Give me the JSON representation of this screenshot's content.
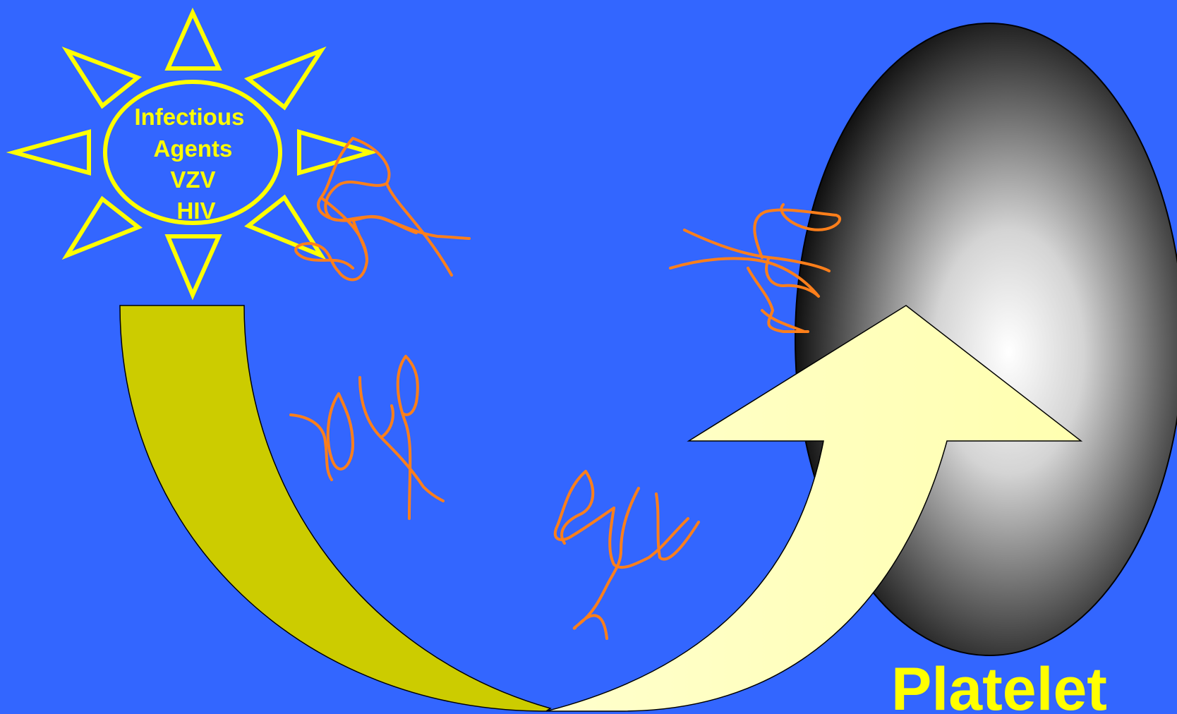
{
  "sun": {
    "lines": [
      "Infectious",
      "Agents",
      "VZV",
      "HIV"
    ]
  },
  "platelet": {
    "label": "Platelet"
  },
  "colors": {
    "background": "#3366ff",
    "sun_outline": "#ffff00",
    "sun_text": "#ffff00",
    "left_arrow": "#cccc00",
    "right_arrow": "#ffffbb",
    "squiggle": "#ff7f1a",
    "platelet_label": "#ffff00"
  }
}
